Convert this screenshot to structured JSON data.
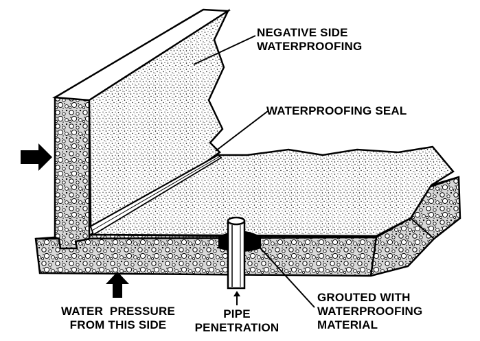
{
  "labels": {
    "negative_side": [
      "NEGATIVE SIDE",
      "WATERPROOFING"
    ],
    "seal": "WATERPROOFING SEAL",
    "water_pressure": [
      "WATER  PRESSURE",
      "FROM THIS SIDE"
    ],
    "pipe": [
      "PIPE",
      "PENETRATION"
    ],
    "grouted": [
      "GROUTED WITH",
      "WATERPROOFING",
      "MATERIAL"
    ]
  },
  "colors": {
    "ink": "#000000",
    "paper": "#ffffff"
  }
}
